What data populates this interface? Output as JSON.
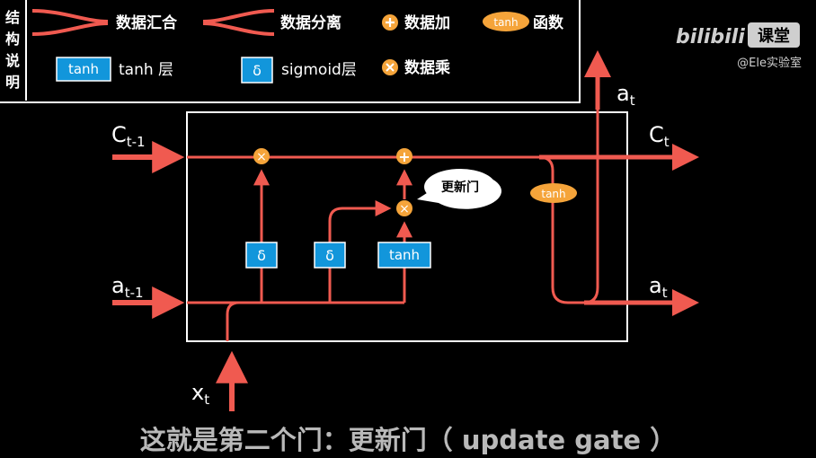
{
  "legend": {
    "title_chars": [
      "结",
      "构",
      "说",
      "明"
    ],
    "merge_label": "数据汇合",
    "split_label": "数据分离",
    "add_label": "数据加",
    "tanh_func_badge": "tanh",
    "tanh_func_label": "函数",
    "tanh_layer_box": "tanh",
    "tanh_layer_label": "tanh 层",
    "sigmoid_box": "δ",
    "sigmoid_label": "sigmoid层",
    "multiply_label": "数据乘"
  },
  "watermark": {
    "logo": "bilibili",
    "logo_badge": "课堂",
    "handle": "@Ele实验室"
  },
  "diagram": {
    "input_c": {
      "main": "C",
      "sub": "t-1"
    },
    "input_a": {
      "main": "a",
      "sub": "t-1"
    },
    "input_x": {
      "main": "x",
      "sub": "t"
    },
    "output_c": {
      "main": "C",
      "sub": "t"
    },
    "output_a_top": {
      "main": "a",
      "sub": "t"
    },
    "output_a_right": {
      "main": "a",
      "sub": "t"
    },
    "sigmoid_1": "δ",
    "sigmoid_2": "δ",
    "tanh_box": "tanh",
    "tanh_badge": "tanh",
    "multiply_symbol": "×",
    "add_symbol": "+",
    "callout": "更新门"
  },
  "subtitle": "这就是第二个门：更新门（ update gate ）",
  "colors": {
    "background": "#000000",
    "line": "#f05a50",
    "node_fill": "#f5a43a",
    "layer_box": "#1296db",
    "border": "#ffffff"
  }
}
